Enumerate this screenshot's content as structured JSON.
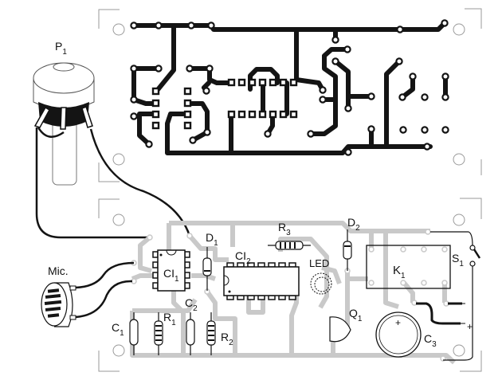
{
  "diagram": {
    "type": "pcb-layout",
    "views": [
      "copper-side",
      "component-side"
    ],
    "colors": {
      "copper": "#141414",
      "silk_trace": "#c9c9c9",
      "outline": "#9a9a9a",
      "ink": "#111111"
    }
  },
  "labels": {
    "p1": "P",
    "p1_sub": "1",
    "mic": "Mic.",
    "ci1": "CI",
    "ci1_sub": "1",
    "ci2": "CI",
    "ci2_sub": "2",
    "d1": "D",
    "d1_sub": "1",
    "d2": "D",
    "d2_sub": "2",
    "r1": "R",
    "r1_sub": "1",
    "r2": "R",
    "r2_sub": "2",
    "r3": "R",
    "r3_sub": "3",
    "c1": "C",
    "c1_sub": "1",
    "c2": "C",
    "c2_sub": "2",
    "c3": "C",
    "c3_sub": "3",
    "led": "LED",
    "q1": "Q",
    "q1_sub": "1",
    "k1": "K",
    "k1_sub": "1",
    "s1": "S",
    "s1_sub": "1",
    "c3_polarity": "+",
    "supply_plus": "+"
  }
}
